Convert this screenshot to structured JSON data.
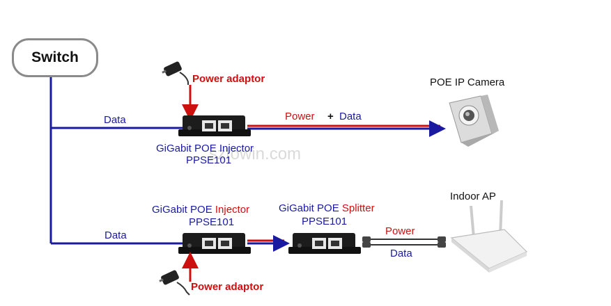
{
  "switch_label": "Switch",
  "top_path": {
    "data_label": "Data",
    "power_adaptor_label": "Power adaptor",
    "injector_name": "GiGabit POE Injector",
    "injector_model": "PPSE101",
    "power_label": "Power",
    "plus": "+",
    "data_label_2": "Data",
    "camera_label": "POE IP Camera"
  },
  "bottom_path": {
    "data_label": "Data",
    "injector_name_prefix": "GiGabit POE",
    "injector_name_suffix": "Injector",
    "injector_model": "PPSE101",
    "splitter_name_prefix": "GiGabit POE",
    "splitter_name_suffix": "Splitter",
    "splitter_model": "PPSE101",
    "power_label": "Power",
    "data_label_2": "Data",
    "ap_label": "Indoor AP",
    "power_adaptor_label": "Power adaptor"
  },
  "watermark": "szfowin.com",
  "colors": {
    "data_line": "#1a1aa0",
    "power_line": "#cc1010",
    "switch_border": "#8a8a8a"
  }
}
